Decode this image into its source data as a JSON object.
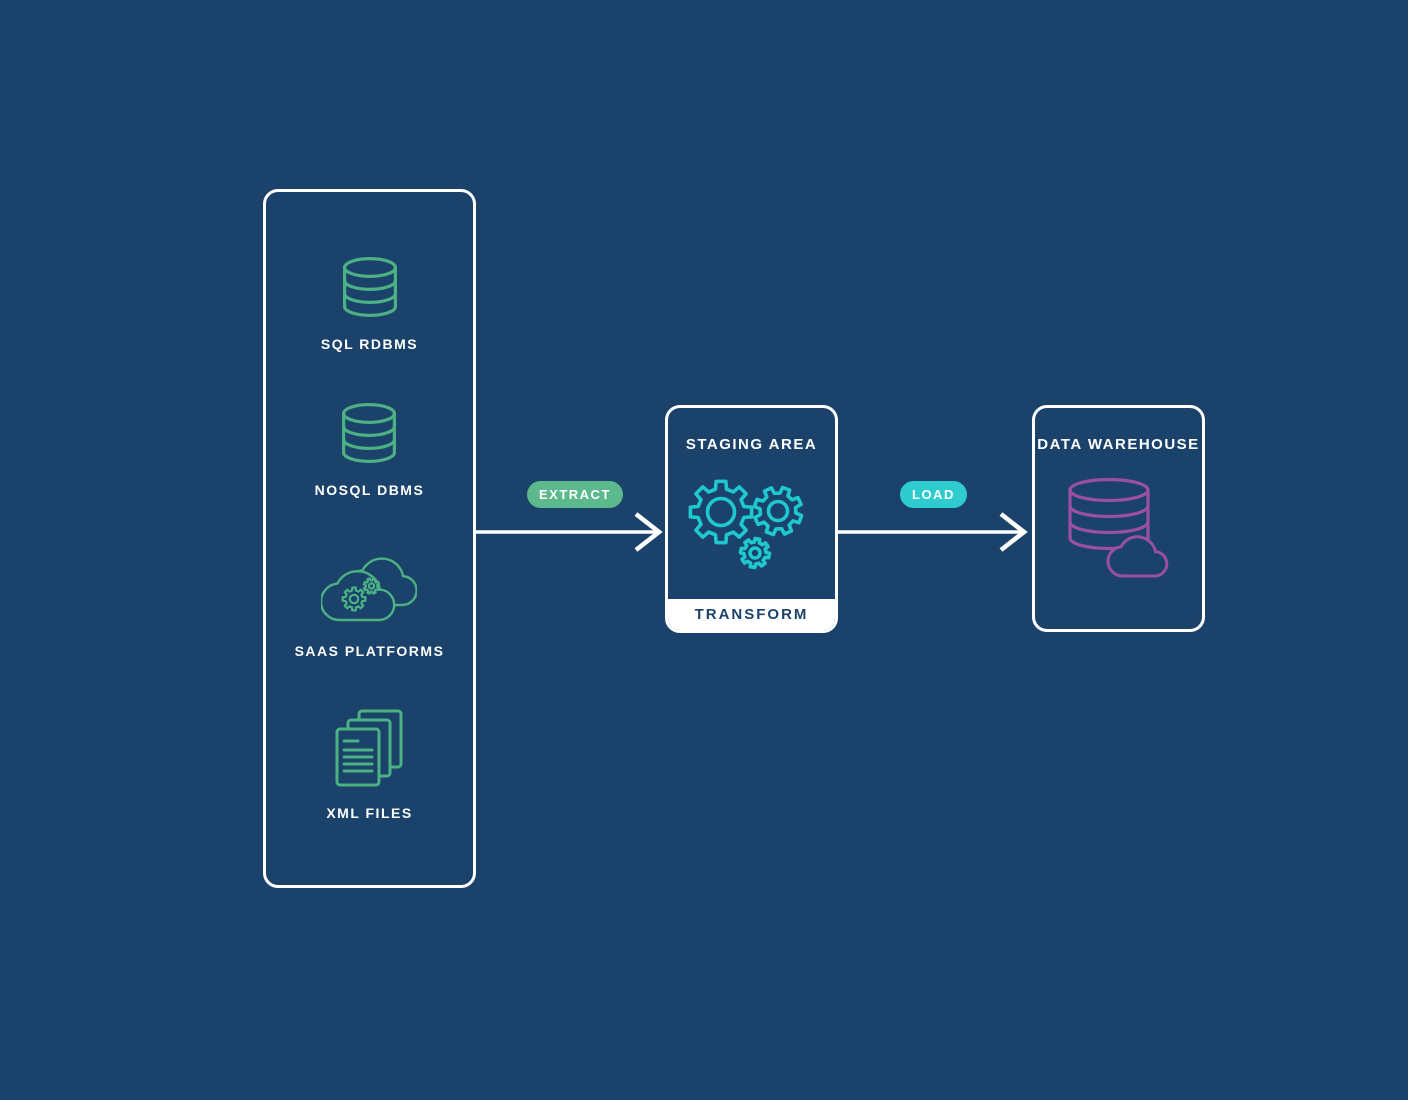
{
  "theme": {
    "background": "#1a426b",
    "panel_border": "#ffffff",
    "source_icon_green": "#4cb183",
    "extract_badge_green": "#5cb98e",
    "gear_teal": "#1fc8cf",
    "load_badge_teal": "#2ecccf",
    "warehouse_purple": "#9b4fa4",
    "label_text": "#ffffff",
    "footer_text": "#1a426b"
  },
  "sources": {
    "items": [
      {
        "label": "SQL RDBMS",
        "icon": "database-icon"
      },
      {
        "label": "NOSQL DBMS",
        "icon": "database-icon"
      },
      {
        "label": "SAAS PLATFORMS",
        "icon": "cloud-gears-icon"
      },
      {
        "label": "XML FILES",
        "icon": "documents-icon"
      }
    ]
  },
  "flows": [
    {
      "label": "EXTRACT"
    },
    {
      "label": "LOAD"
    }
  ],
  "staging": {
    "title": "STAGING AREA",
    "footer_label": "TRANSFORM",
    "icon": "gears-icon"
  },
  "warehouse": {
    "title": "DATA WAREHOUSE",
    "icon": "database-cloud-icon"
  }
}
